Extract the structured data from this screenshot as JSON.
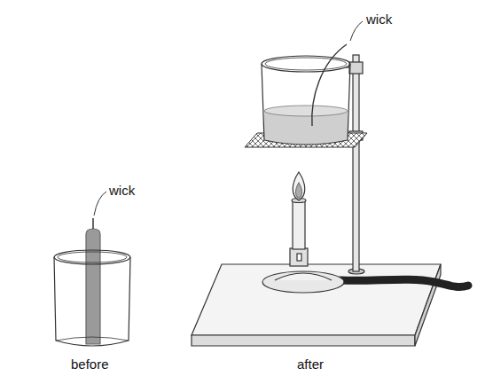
{
  "diagram": {
    "labels": [
      "wick",
      "wick",
      "before",
      "after"
    ]
  }
}
